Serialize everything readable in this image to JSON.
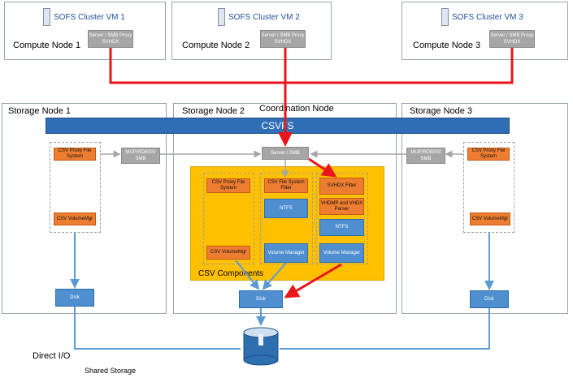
{
  "compute_nodes": [
    {
      "vm_label": "SOFS Cluster VM 1",
      "node_label": "Compute Node 1",
      "proxy_label": "Server / SMB Proxy SVHDX"
    },
    {
      "vm_label": "SOFS Cluster VM 2",
      "node_label": "Compute Node 2",
      "proxy_label": "Server / SMB Proxy SVHDX"
    },
    {
      "vm_label": "SOFS Cluster VM 3",
      "node_label": "Compute Node 3",
      "proxy_label": "Server / SMB Proxy SVHDX"
    }
  ],
  "storage_nodes": {
    "node1": {
      "label": "Storage Node 1",
      "csv_proxy": "CSV Proxy File System",
      "volumemgr": "CSV VolumeMgr",
      "mup": "MUP/RDBSS/ SMB",
      "disk": "Disk"
    },
    "node2": {
      "label": "Storage Node 2",
      "coordination": "Coordination Node",
      "server_smb": "Server / SMB",
      "col1_proxy": "CSV Proxy File System",
      "col1_volumemgr": "CSV VolumeMgr",
      "col2_filter": "CSV File System Filter",
      "col2_ntfs": "NTFS",
      "col2_volume": "Volume Manager",
      "col3_svhdx": "SVHDX Filter",
      "col3_vhdmp": "VHDMP and VHDX Parser",
      "col3_ntfs": "NTFS",
      "col3_volume": "Volume Manager",
      "components_label": "CSV Components",
      "disk": "Disk"
    },
    "node3": {
      "label": "Storage Node 3",
      "csv_proxy": "CSV Proxy File System",
      "volumemgr": "CSV VolumeMgr",
      "mup": "MUP/RDBSS/ SMB",
      "disk": "Disk"
    }
  },
  "csvfs_label": "CSVFS",
  "direct_io_label": "Direct I/O",
  "shared_storage_label": "Shared Storage",
  "colors": {
    "red": "#e8161b",
    "blue_line": "#5b9bd5",
    "gray_line": "#a6a6a6",
    "csvfs": "#2f6eb5",
    "gold": "#ffc000",
    "orange": "#ed7d31"
  }
}
